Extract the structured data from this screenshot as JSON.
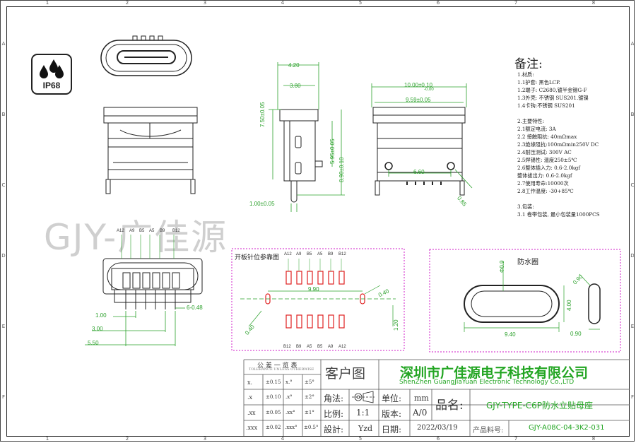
{
  "zones": {
    "top": [
      "1",
      "2",
      "3",
      "4",
      "5",
      "6",
      "7",
      "8"
    ],
    "side": [
      "A",
      "B",
      "C",
      "D",
      "E",
      "F"
    ]
  },
  "badge": {
    "text": "IP68",
    "icon": "water-drops-icon"
  },
  "watermark": "GJY-广佳源",
  "notes": {
    "title": "备注:",
    "lines": [
      "1.材质:",
      "1.1护套: 黑色LCP.",
      "1.2端子: C2680,镀半金锡G-F",
      "1.3外壳: 不锈钢 SUS201.镀镍",
      "1.4卡钩:不锈钢 SUS201",
      "",
      "2.主要特性:",
      "2.1额定电流: 3A",
      "2.2 接触阻抗: 40mΩmax",
      "2.3绝缘阻抗:100mΩmin250V DC",
      "2.4耐压测试: 300V AC",
      "2.5焊锡性: 温度250±5℃",
      "2.6整体插入力: 0.6-2.0kgf",
      "   整体拔出力: 0.6-2.0kgf",
      "2.7使用寿命:10000次",
      "2.8工作温度: -30+85℃",
      "",
      "3.包装:",
      "3.1 卷带包装, 最小包装量1000PCS"
    ]
  },
  "dimensions": {
    "side_4_20": "4.20",
    "side_3_80": "3.80",
    "side_7_50": "7.50±0.05",
    "side_5_95": "5.95±0.05",
    "side_8_90": "8.90±0.10",
    "side_1_00": "1.00±0.05",
    "front_10_00": "10.00±0.10",
    "front_10_00_b": "-0.00",
    "front_9_59": "9.59±0.05",
    "front_6_60": "6.60",
    "front_0_85": "0.85",
    "bottom_1_00": "1.00",
    "bottom_3_00": "3.00",
    "bottom_5_50": "5.50",
    "bottom_6_048": "6-0.48",
    "pcb_9_90": "9.90",
    "pcb_0_40": "0.40",
    "pcb_0_40b": "0.40",
    "pcb_1_20": "1.20",
    "ring_0_9": "Φ0.9",
    "ring_0_90": "0.90",
    "ring_4_00": "4.00",
    "ring_9_40": "9.40",
    "ring_0_90b": "0.90"
  },
  "pins": [
    "A12",
    "A9",
    "B5",
    "A5",
    "B9",
    "B12"
  ],
  "pins_bottom": [
    "B12",
    "B9",
    "A5",
    "B5",
    "A9",
    "A12"
  ],
  "pcb_box_title": "开板针位参靠图",
  "ring_box_title": "防水圈",
  "title_block": {
    "tolerance_header": "公 差 一 览 表",
    "tolerance_sub": "TOLERANCE UNLESS OTHERWISE",
    "tol_rows": [
      {
        "a": "x.",
        "b": "",
        "c": "x.°",
        "d": "±5°"
      },
      {
        "a": ".x",
        "b": "±0.10",
        "c": ".x°",
        "d": "±2°"
      },
      {
        "a": ".xx",
        "b": "±0.05",
        "c": ".xx°",
        "d": "±1°"
      },
      {
        "a": ".xxx",
        "b": "±0.02",
        "c": ".xxx°",
        "d": "±0.5°"
      }
    ],
    "tol_first": "±0.15",
    "customer_label": "客户图",
    "company_cn": "深圳市广佳源电子科技有限公司",
    "company_en": "ShenZhen GuangJiaYuan Electronic Technology Co.,LTD",
    "angle_label": "角法:",
    "unit_label": "单位:",
    "unit_value": "mm",
    "product_label": "品名:",
    "product_name": "GJY-TYPE-C6P防水立贴母座",
    "scale_label": "比例:",
    "scale_value": "1:1",
    "version_label": "版本:",
    "version_value": "A/0",
    "design_label": "設計:",
    "design_value": "Yzd",
    "date_label": "日期:",
    "date_value": "2022/03/19",
    "partno_label": "产品料号:",
    "partno_value": "GJY-A08C-04-3K2-031"
  },
  "colors": {
    "dim": "#2aa02a",
    "magenta": "#d21ec8",
    "red": "#e02020",
    "green_title": "#22a522"
  }
}
